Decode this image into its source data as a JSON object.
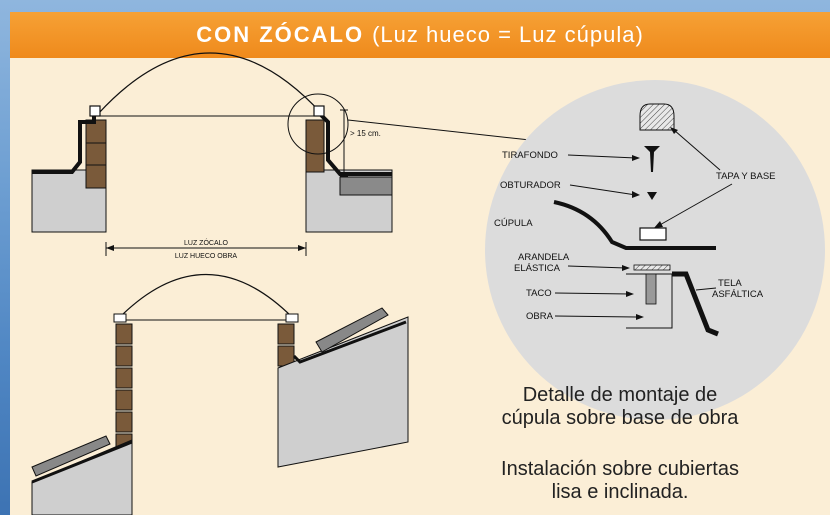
{
  "header": {
    "title_bold": "CON ZÓCALO",
    "title_rest": "(Luz hueco = Luz cúpula)"
  },
  "dimensions": {
    "height_label": "> 15 cm.",
    "luz_zocalo": "LUZ ZÓCALO",
    "luz_hueco_obra": "LUZ HUECO OBRA"
  },
  "detail_labels": {
    "tirafondo": "TIRAFONDO",
    "obturador": "OBTURADOR",
    "cupula": "CÚPULA",
    "arandela_line1": "ARANDELA",
    "arandela_line2": "ELÁSTICA",
    "taco": "TACO",
    "obra": "OBRA",
    "tapa_base": "TAPA Y BASE",
    "tela_line1": "TELA",
    "tela_line2": "ASFÁLTICA"
  },
  "captions": {
    "detail_line1": "Detalle de montaje de",
    "detail_line2": "cúpula sobre base de obra",
    "install_line1": "Instalación sobre cubiertas",
    "install_line2": "lisa e inclinada."
  },
  "colors": {
    "header": "#ef8a1c",
    "panel": "#fbeed6",
    "detail_circle": "#dcdcdc",
    "brick": "#7a5a3a",
    "wall": "#cfcfcf"
  }
}
